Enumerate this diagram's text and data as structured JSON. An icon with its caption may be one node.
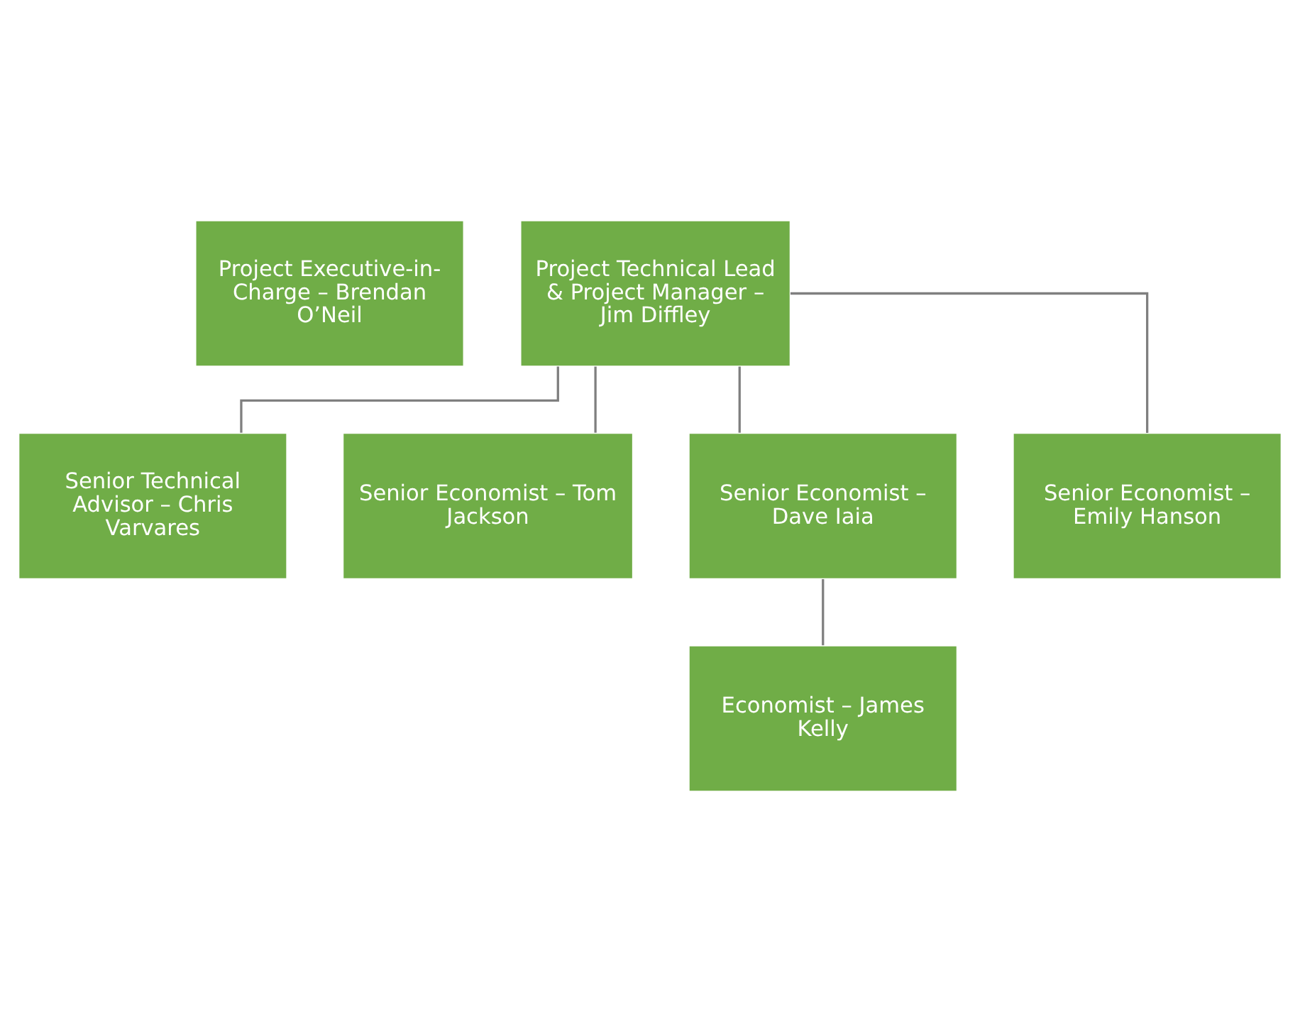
{
  "diagram": {
    "nodes": [
      {
        "text": [
          "Project Executive-in-Charge – Brendan O’Neil"
        ]
      },
      {
        "text": [
          "Project Technical Lead & Project Manager – Jim Diffley"
        ]
      },
      {
        "text": [
          "Senior Technical Advisor – Chris Varvares"
        ]
      },
      {
        "text": [
          "Senior Economist – Tom Jackson"
        ]
      },
      {
        "text": [
          "Senior Economist – Dave Iaia"
        ]
      },
      {
        "text": [
          "Senior Economist – Emily Hanson"
        ]
      },
      {
        "text": [
          "Economist – James Kelly"
        ]
      }
    ],
    "edges": [
      {
        "from": 1,
        "to": 2,
        "arrow": "none"
      },
      {
        "from": 1,
        "to": 3,
        "arrow": "none"
      },
      {
        "from": 1,
        "to": 4,
        "arrow": "none"
      },
      {
        "from": 1,
        "to": 5,
        "arrow": "none"
      },
      {
        "from": 4,
        "to": 6,
        "arrow": "none"
      }
    ]
  }
}
